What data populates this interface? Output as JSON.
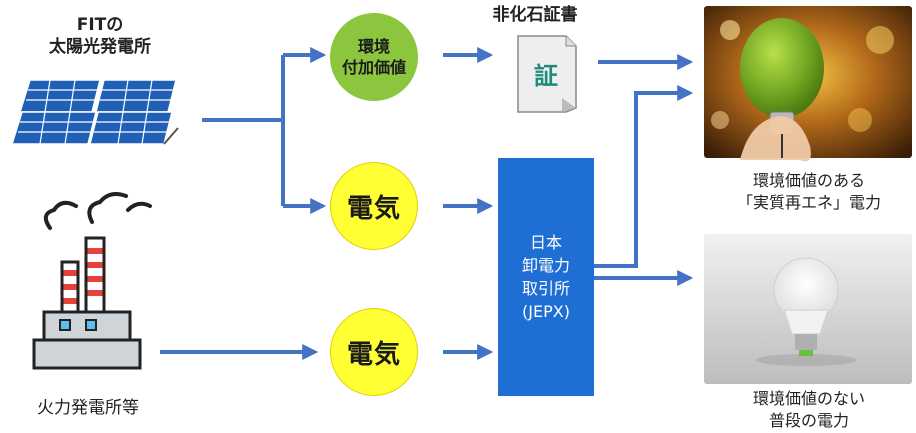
{
  "sources": {
    "fit_solar": [
      "FITの",
      "太陽光発電所"
    ],
    "thermal": "火力発電所等"
  },
  "nodes": {
    "env_value": [
      "環境",
      "付加価値"
    ],
    "electricity_top": "電気",
    "electricity_bottom": "電気",
    "certificate_title": "非化石証書",
    "certificate_glyph": "証",
    "jepx": [
      "日本",
      "卸電力",
      "取引所",
      "(JEPX)"
    ]
  },
  "outputs": {
    "green_power": [
      "環境価値のある",
      "「実質再エネ」電力"
    ],
    "normal_power": [
      "環境価値のない",
      "普段の電力"
    ]
  },
  "colors": {
    "arrow": "#4472c4",
    "green_circle": "#8cc63f",
    "yellow_circle": "#ffff33",
    "jepx_box": "#1f6ed4"
  }
}
